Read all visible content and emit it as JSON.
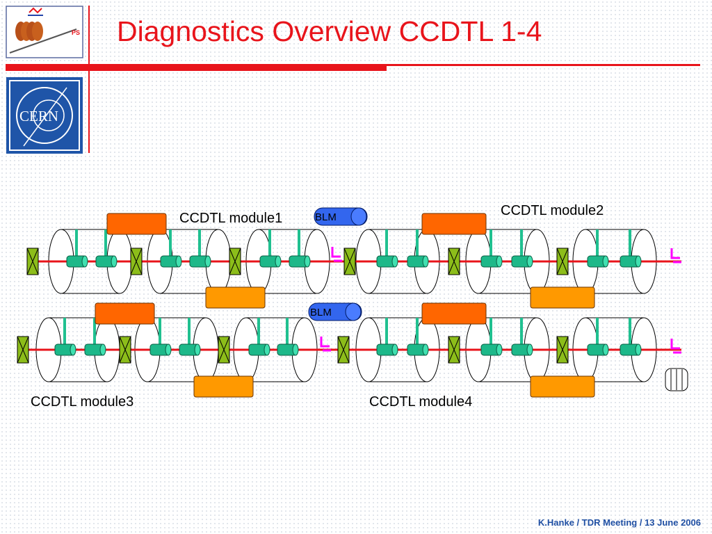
{
  "title": "Diagnostics Overview CCDTL 1-4",
  "footer": "K.Hanke / TDR Meeting / 13 June  2006",
  "logos": {
    "ps": "PS",
    "cern": "CERN"
  },
  "modules": {
    "m1": "CCDTL module1",
    "m2": "CCDTL module2",
    "m3": "CCDTL module3",
    "m4": "CCDTL module4"
  },
  "blm": {
    "top": "BLM",
    "middle": "BLM"
  },
  "colors": {
    "title": "#e8141b",
    "beamline": "#e8141b",
    "tank_stem": "#20c090",
    "quad": "#8cbd1a",
    "steerer_dark": "#ff6600",
    "steerer_light": "#ff9900",
    "blm": "#3366ee",
    "pickup": "#ff00ff",
    "footer": "#1f4fa3"
  }
}
